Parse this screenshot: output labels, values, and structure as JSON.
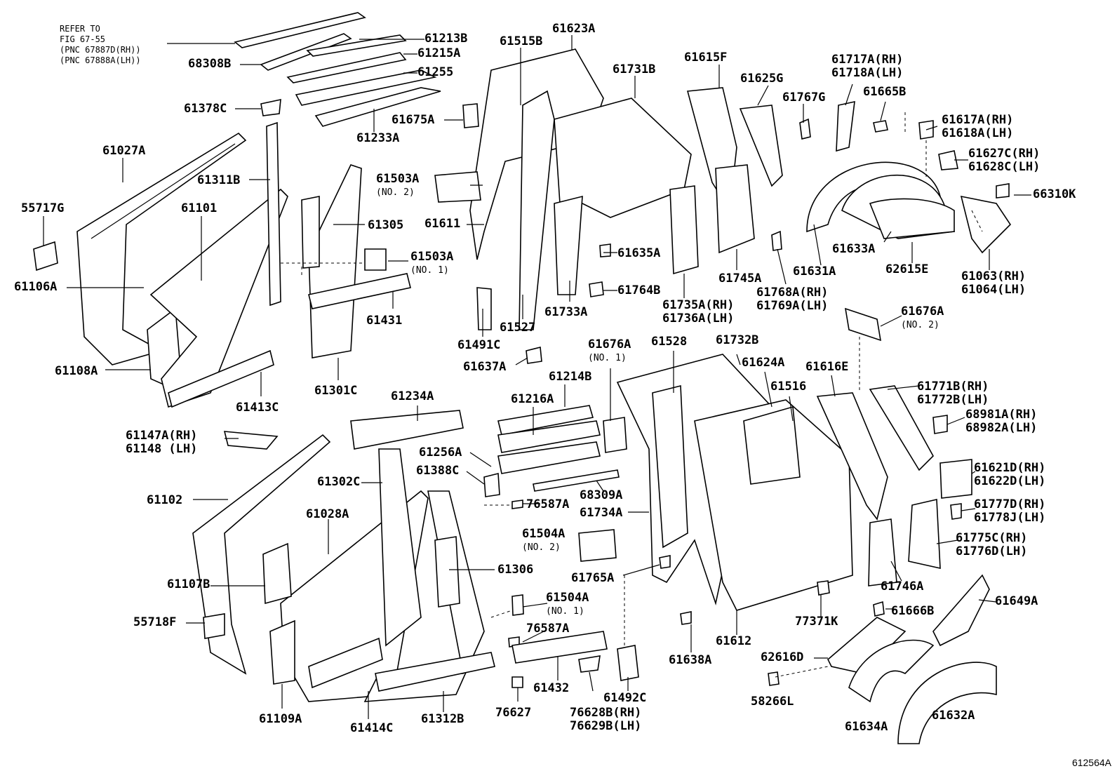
{
  "reference_note": "REFER TO\nFIG 67-55\n(PNC 67887D(RH))\n(PNC 67888A(LH))",
  "diagram_code": "612564A",
  "labels": [
    {
      "id": "61213B",
      "text": "61213B"
    },
    {
      "id": "61623A",
      "text": "61623A"
    },
    {
      "id": "61515B",
      "text": "61515B"
    },
    {
      "id": "61215A",
      "text": "61215A"
    },
    {
      "id": "68308B",
      "text": "68308B"
    },
    {
      "id": "61255",
      "text": "61255"
    },
    {
      "id": "61731B",
      "text": "61731B"
    },
    {
      "id": "61615F",
      "text": "61615F"
    },
    {
      "id": "61717A",
      "text": "61717A(RH)",
      "sub": "61718A(LH)"
    },
    {
      "id": "61625G",
      "text": "61625G"
    },
    {
      "id": "61665B",
      "text": "61665B"
    },
    {
      "id": "61767G",
      "text": "61767G"
    },
    {
      "id": "61378C",
      "text": "61378C"
    },
    {
      "id": "61675A",
      "text": "61675A"
    },
    {
      "id": "61617A",
      "text": "61617A(RH)",
      "sub": "61618A(LH)"
    },
    {
      "id": "61233A",
      "text": "61233A"
    },
    {
      "id": "61027A",
      "text": "61027A"
    },
    {
      "id": "61627C",
      "text": "61627C(RH)",
      "sub": "61628C(LH)"
    },
    {
      "id": "61311B",
      "text": "61311B"
    },
    {
      "id": "61503A2",
      "text": "61503A",
      "note": "(NO. 2)"
    },
    {
      "id": "66310K",
      "text": "66310K"
    },
    {
      "id": "55717G",
      "text": "55717G"
    },
    {
      "id": "61101",
      "text": "61101"
    },
    {
      "id": "61305",
      "text": "61305"
    },
    {
      "id": "61611",
      "text": "61611"
    },
    {
      "id": "61635A",
      "text": "61635A"
    },
    {
      "id": "61633A",
      "text": "61633A"
    },
    {
      "id": "61503A1",
      "text": "61503A",
      "note": "(NO. 1)"
    },
    {
      "id": "61631A",
      "text": "61631A"
    },
    {
      "id": "62615E",
      "text": "62615E"
    },
    {
      "id": "61106A",
      "text": "61106A"
    },
    {
      "id": "61745A",
      "text": "61745A"
    },
    {
      "id": "61063",
      "text": "61063(RH)",
      "sub": "61064(LH)"
    },
    {
      "id": "61764B",
      "text": "61764B"
    },
    {
      "id": "61768A",
      "text": "61768A(RH)",
      "sub": "61769A(LH)"
    },
    {
      "id": "61431",
      "text": "61431"
    },
    {
      "id": "61735A",
      "text": "61735A(RH)",
      "sub": "61736A(LH)"
    },
    {
      "id": "61733A",
      "text": "61733A"
    },
    {
      "id": "61676A2",
      "text": "61676A",
      "note": "(NO. 2)"
    },
    {
      "id": "61527",
      "text": "61527"
    },
    {
      "id": "61491C",
      "text": "61491C"
    },
    {
      "id": "61676A1",
      "text": "61676A",
      "note": "(NO. 1)"
    },
    {
      "id": "61528",
      "text": "61528"
    },
    {
      "id": "61732B",
      "text": "61732B"
    },
    {
      "id": "61108A",
      "text": "61108A"
    },
    {
      "id": "61301C",
      "text": "61301C"
    },
    {
      "id": "61637A",
      "text": "61637A"
    },
    {
      "id": "61624A",
      "text": "61624A"
    },
    {
      "id": "61616E",
      "text": "61616E"
    },
    {
      "id": "61214B",
      "text": "61214B"
    },
    {
      "id": "61516",
      "text": "61516"
    },
    {
      "id": "61771B",
      "text": "61771B(RH)",
      "sub": "61772B(LH)"
    },
    {
      "id": "61413C",
      "text": "61413C"
    },
    {
      "id": "61234A",
      "text": "61234A"
    },
    {
      "id": "61216A",
      "text": "61216A"
    },
    {
      "id": "68981A",
      "text": "68981A(RH)",
      "sub": "68982A(LH)"
    },
    {
      "id": "61147A",
      "text": "61147A(RH)",
      "sub": "61148  (LH)"
    },
    {
      "id": "61256A",
      "text": "61256A"
    },
    {
      "id": "61388C",
      "text": "61388C"
    },
    {
      "id": "61621D",
      "text": "61621D(RH)",
      "sub": "61622D(LH)"
    },
    {
      "id": "61302C",
      "text": "61302C"
    },
    {
      "id": "68309A",
      "text": "68309A"
    },
    {
      "id": "61102",
      "text": "61102"
    },
    {
      "id": "76587A1",
      "text": "76587A"
    },
    {
      "id": "61777D",
      "text": "61777D(RH)",
      "sub": "61778J(LH)"
    },
    {
      "id": "61028A",
      "text": "61028A"
    },
    {
      "id": "61734A",
      "text": "61734A"
    },
    {
      "id": "61504A2",
      "text": "61504A",
      "note": "(NO. 2)"
    },
    {
      "id": "61775C",
      "text": "61775C(RH)",
      "sub": "61776D(LH)"
    },
    {
      "id": "61306",
      "text": "61306"
    },
    {
      "id": "61765A",
      "text": "61765A"
    },
    {
      "id": "61746A",
      "text": "61746A"
    },
    {
      "id": "61107B",
      "text": "61107B"
    },
    {
      "id": "61504A1",
      "text": "61504A",
      "note": "(NO. 1)"
    },
    {
      "id": "61649A",
      "text": "61649A"
    },
    {
      "id": "61666B",
      "text": "61666B"
    },
    {
      "id": "55718F",
      "text": "55718F"
    },
    {
      "id": "77371K",
      "text": "77371K"
    },
    {
      "id": "76587A2",
      "text": "76587A"
    },
    {
      "id": "61612",
      "text": "61612"
    },
    {
      "id": "61638A",
      "text": "61638A"
    },
    {
      "id": "62616D",
      "text": "62616D"
    },
    {
      "id": "61432",
      "text": "61432"
    },
    {
      "id": "61492C",
      "text": "61492C"
    },
    {
      "id": "58266L",
      "text": "58266L"
    },
    {
      "id": "76627",
      "text": "76627"
    },
    {
      "id": "76628B",
      "text": "76628B(RH)",
      "sub": "76629B(LH)"
    },
    {
      "id": "61109A",
      "text": "61109A"
    },
    {
      "id": "61414C",
      "text": "61414C"
    },
    {
      "id": "61312B",
      "text": "61312B"
    },
    {
      "id": "61634A",
      "text": "61634A"
    },
    {
      "id": "61632A",
      "text": "61632A"
    }
  ]
}
